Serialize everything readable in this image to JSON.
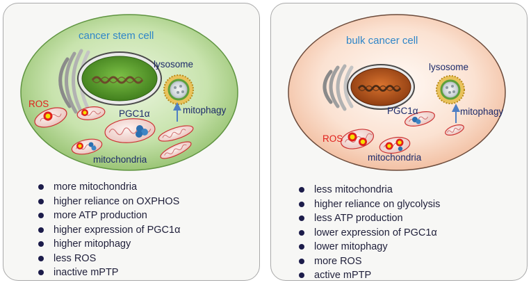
{
  "left": {
    "title": "cancer stem cell",
    "labels": {
      "ros": "ROS",
      "pgc": "PGC1α",
      "mitochondria": "mitochondria",
      "lysosome": "lysosome",
      "mitophagy": "mitophagy"
    },
    "features": [
      "more mitochondria",
      "higher reliance on OXPHOS",
      "more ATP production",
      "higher expression of PGC1α",
      "higher mitophagy",
      "less ROS",
      "inactive mPTP"
    ]
  },
  "right": {
    "title": "bulk cancer cell",
    "labels": {
      "ros": "ROS",
      "pgc": "PGC1α",
      "mitochondria": "mitochondria",
      "lysosome": "lysosome",
      "mitophagy": "mitophagy"
    },
    "features": [
      "less mitochondria",
      "higher reliance on glycolysis",
      "less ATP production",
      "lower expression of PGC1α",
      "lower mitophagy",
      "more ROS",
      "active mPTP"
    ]
  },
  "colors": {
    "stem_cytoplasm": "#a6cf84",
    "stem_nucleus": "#5e9e2e",
    "bulk_cytoplasm": "#f8d5c0",
    "bulk_nucleus": "#b4531c",
    "title_blue": "#2f86c8",
    "ros_red": "#e0201c",
    "arrow_blue": "#4e7fc4"
  }
}
